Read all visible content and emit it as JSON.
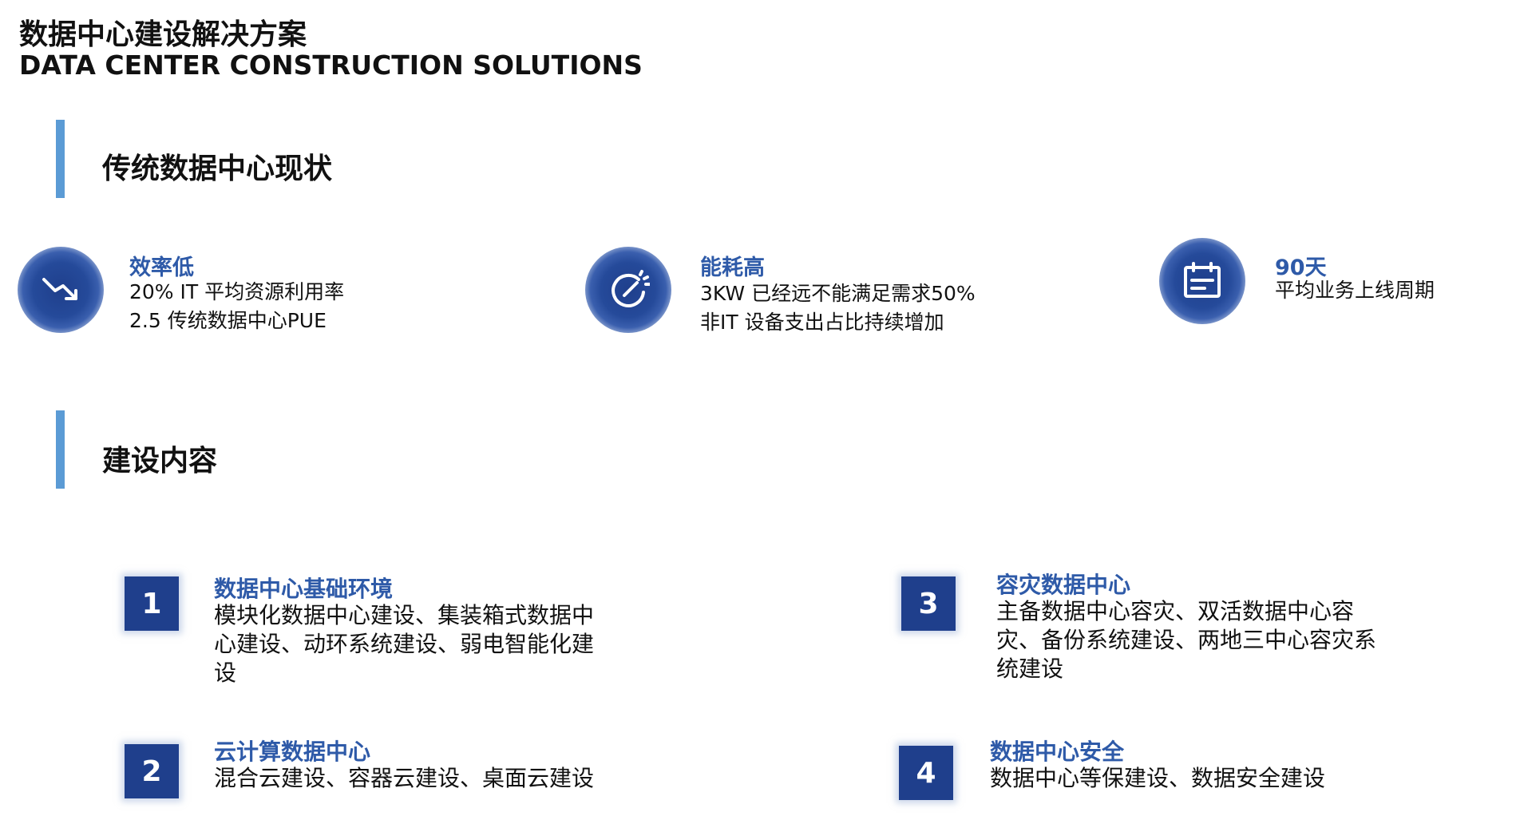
{
  "header": {
    "title_zh": "数据中心建设解决方案",
    "title_en": "DATA CENTER  CONSTRUCTION SOLUTIONS"
  },
  "section_status": {
    "title": "传统数据中心现状",
    "stats": [
      {
        "icon": "trend-down-icon",
        "title": "效率低",
        "lines": [
          "20% IT 平均资源利用率",
          "2.5 传统数据中心PUE"
        ]
      },
      {
        "icon": "gauge-icon",
        "title": "能耗高",
        "lines": [
          "3KW 已经远不能满足需求50%",
          "非IT 设备支出占比持续增加"
        ]
      },
      {
        "icon": "calendar-icon",
        "title": "90天",
        "lines": [
          "平均业务上线周期"
        ]
      }
    ]
  },
  "section_content": {
    "title": "建设内容",
    "items": [
      {
        "number": "1",
        "title": "数据中心基础环境",
        "desc": "模块化数据中心建设、集装箱式数据中心建设、动环系统建设、弱电智能化建设"
      },
      {
        "number": "2",
        "title": "云计算数据中心",
        "desc": "混合云建设、容器云建设、桌面云建设"
      },
      {
        "number": "3",
        "title": "容灾数据中心",
        "desc": "主备数据中心容灾、双活数据中心容灾、备份系统建设、两地三中心容灾系统建设"
      },
      {
        "number": "4",
        "title": "数据中心安全",
        "desc": "数据中心等保建设、数据安全建设"
      }
    ]
  },
  "colors": {
    "accent_bar": "#5b9bd5",
    "icon_blue": "#1f3f8c",
    "title_blue": "#2e5aa8"
  }
}
